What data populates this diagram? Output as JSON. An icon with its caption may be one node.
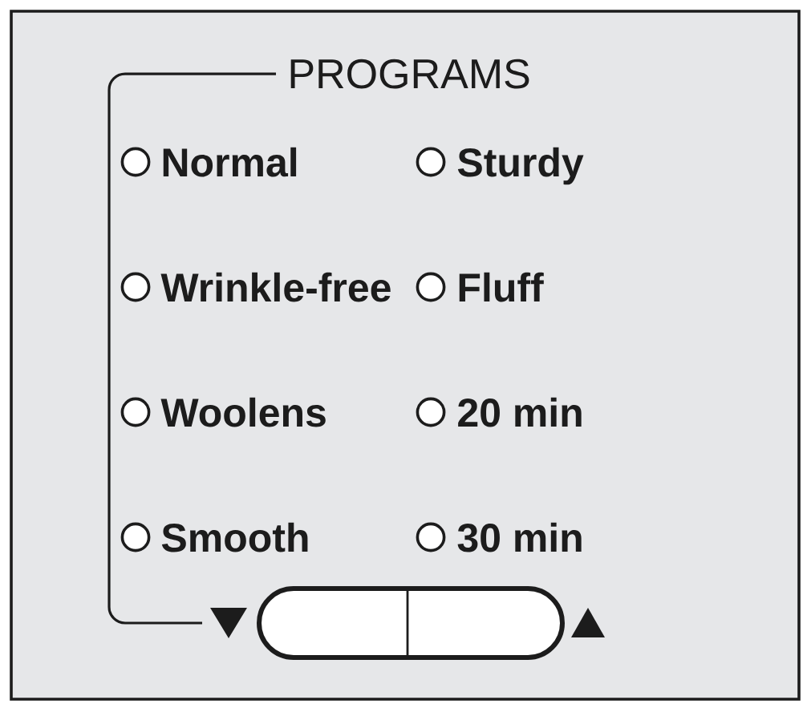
{
  "diagram": {
    "nodes": [
      {
        "text": [
          "PROGRAMS"
        ]
      },
      {
        "text": [],
        "shape": "button"
      }
    ],
    "edges": [
      {
        "from": 0,
        "to": 1,
        "arrow": "none"
      }
    ],
    "labels": [
      "Normal",
      "Sturdy",
      "Wrinkle-free",
      "Fluff",
      "Woolens",
      "20 min",
      "Smooth",
      "30 min"
    ]
  }
}
